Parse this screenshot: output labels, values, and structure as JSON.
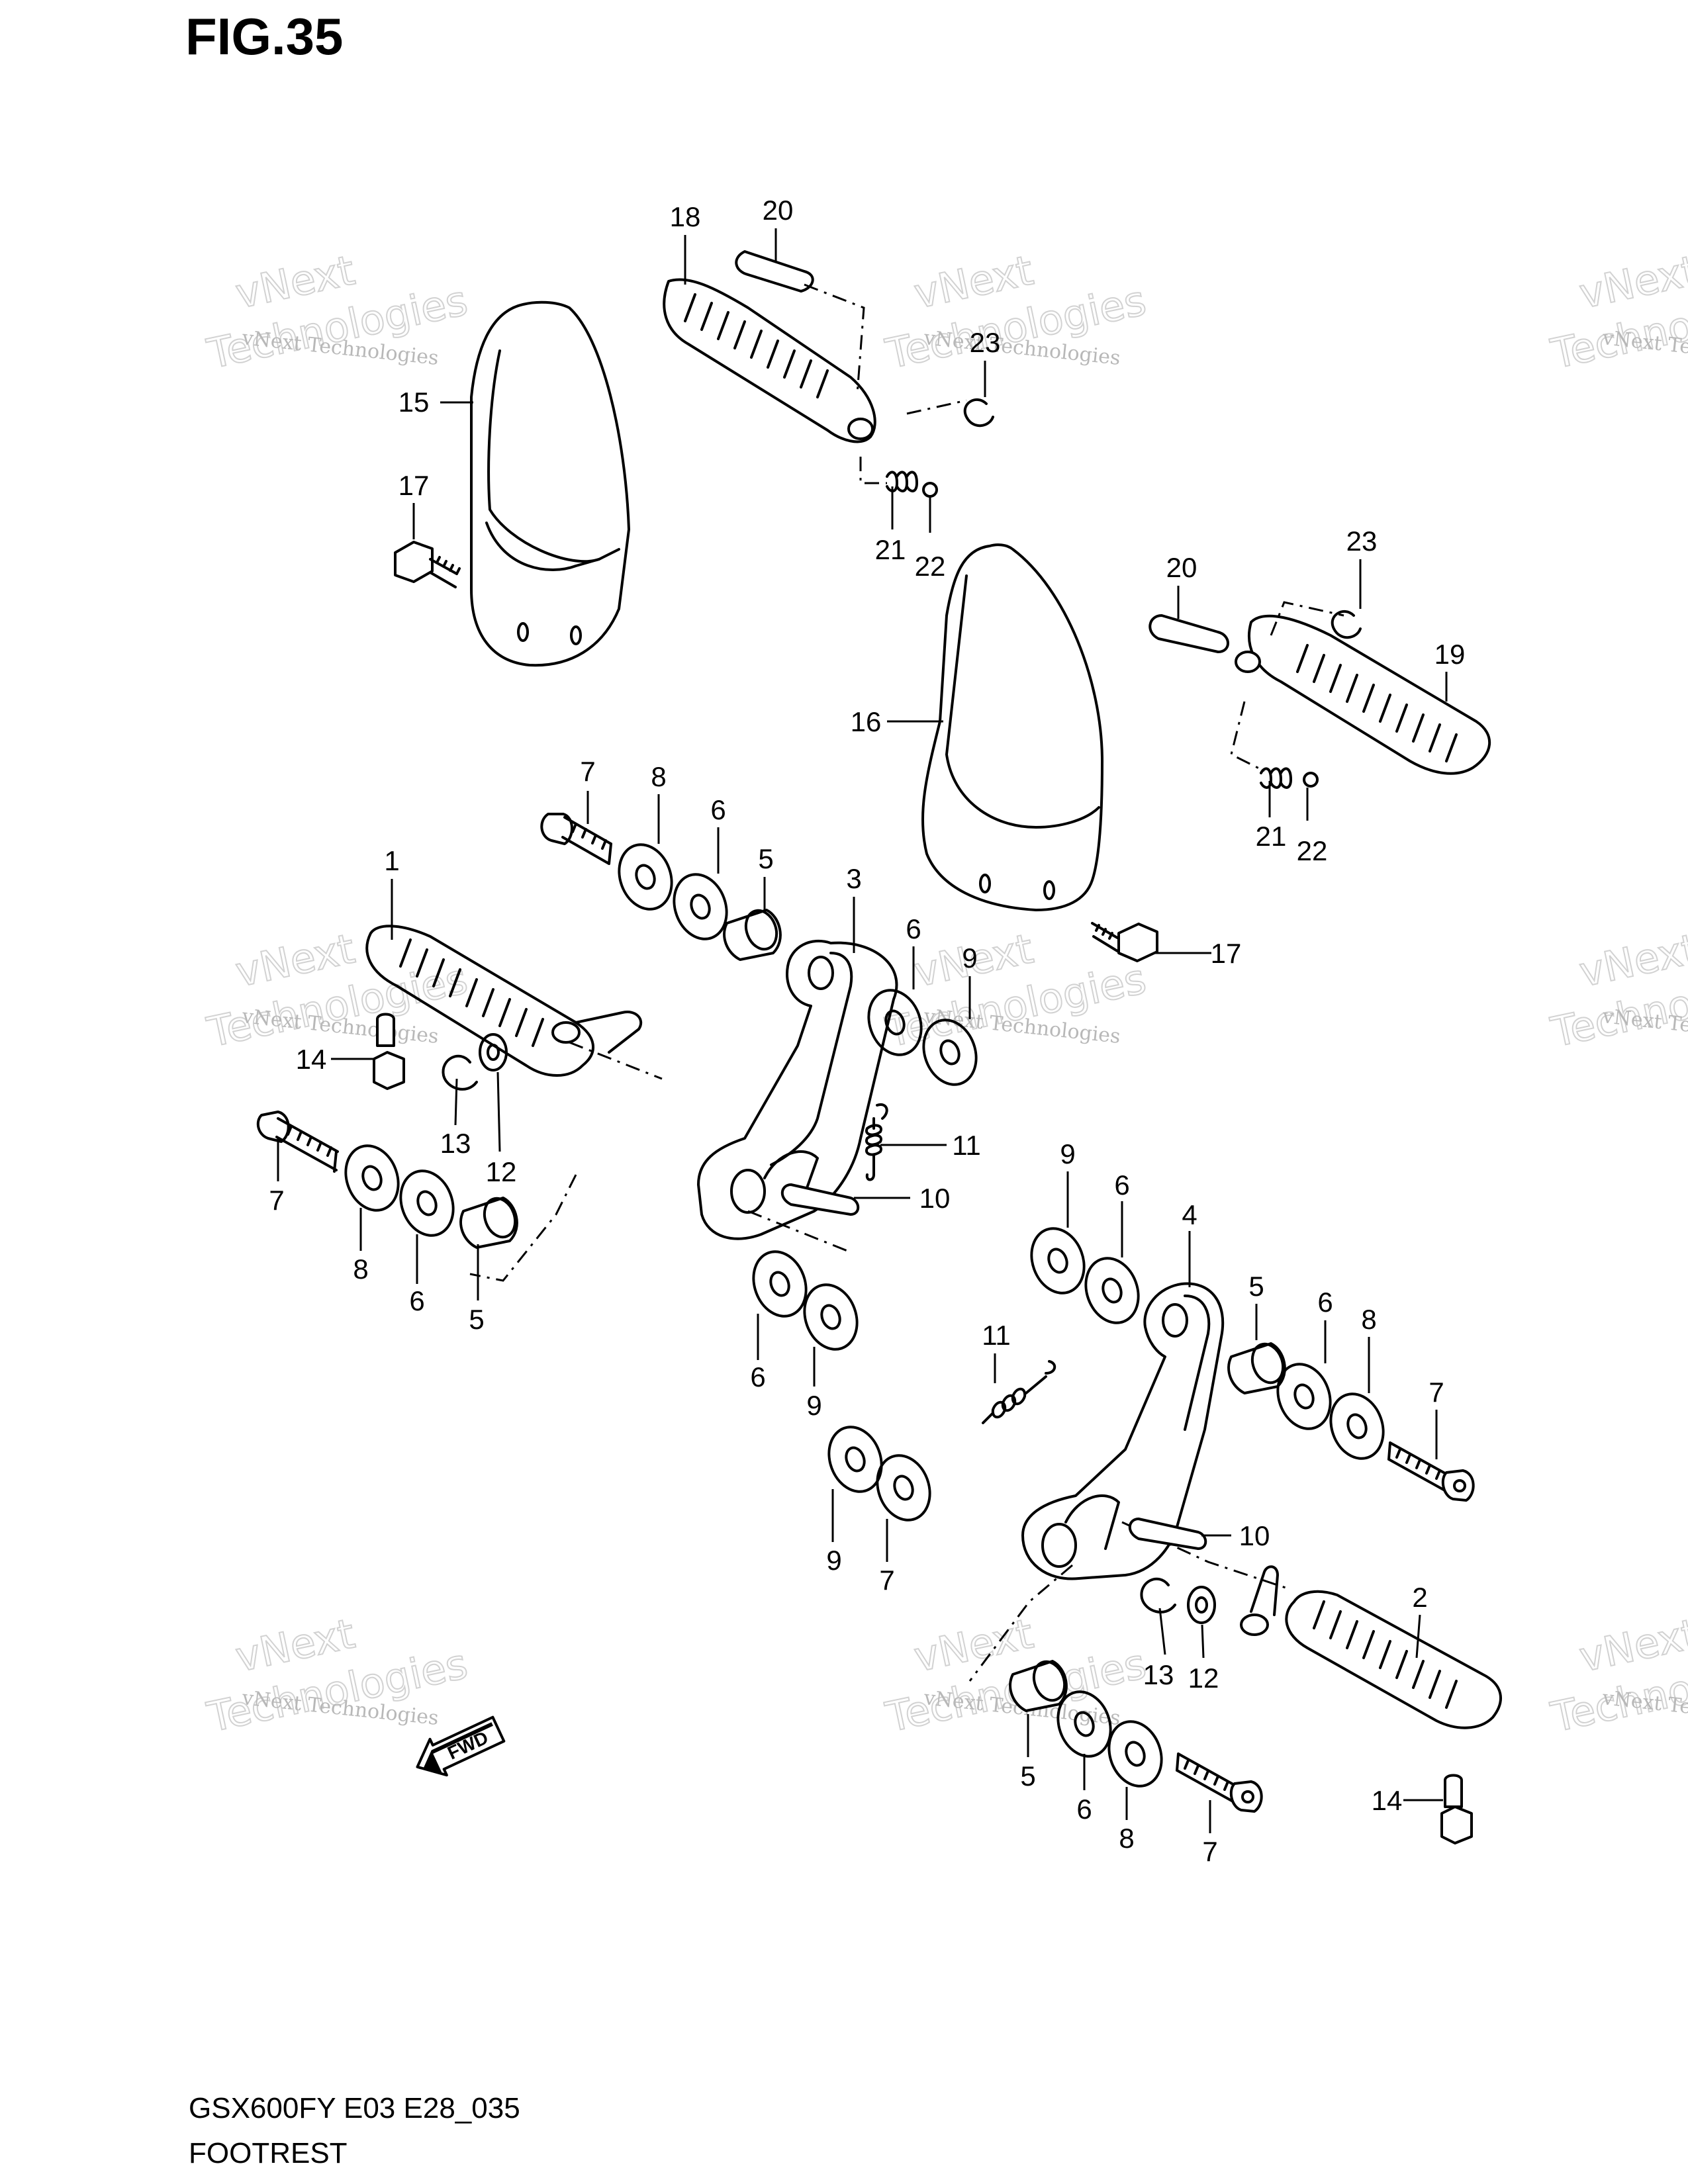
{
  "figure": {
    "title": "FIG.35",
    "model_code": "GSX600FY E03 E28_035",
    "section_name": "FOOTREST"
  },
  "watermark": {
    "line1": "vNext Technologies",
    "line2": "vNext",
    "line3": "Technologies"
  },
  "callouts": [
    "1",
    "2",
    "3",
    "4",
    "5",
    "5",
    "5",
    "6",
    "6",
    "6",
    "6",
    "6",
    "6",
    "7",
    "7",
    "7",
    "8",
    "8",
    "8",
    "9",
    "9",
    "9",
    "9",
    "10",
    "10",
    "11",
    "11",
    "12",
    "12",
    "13",
    "13",
    "14",
    "14",
    "15",
    "16",
    "17",
    "17",
    "18",
    "19",
    "20",
    "20",
    "21",
    "21",
    "22",
    "22",
    "23",
    "23"
  ],
  "fwd_label": "FWD"
}
